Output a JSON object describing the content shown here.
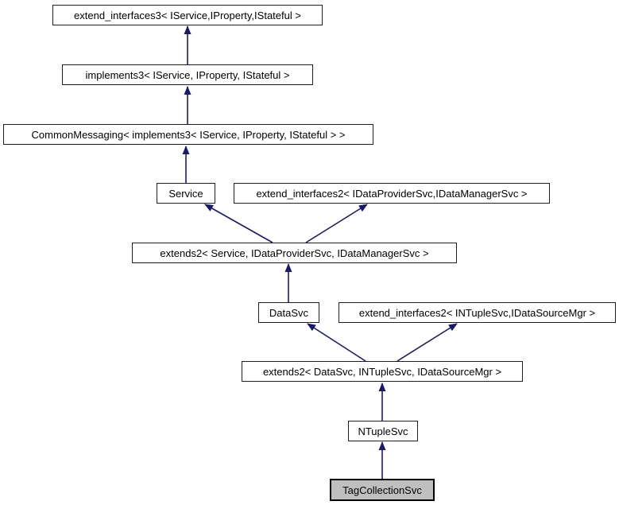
{
  "diagram": {
    "type": "inheritance-graph",
    "highlighted_node": "TagCollectionSvc",
    "colors": {
      "edge": "#191970",
      "node_border": "#1f1f1f",
      "node_fill": "#ffffff",
      "current_node_fill": "#bfbfbf",
      "background": "#ffffff",
      "text": "#000000"
    },
    "nodes": [
      {
        "id": "extend-interfaces3",
        "label": "extend_interfaces3< IService,IProperty,IStateful >"
      },
      {
        "id": "implements3",
        "label": "implements3< IService, IProperty, IStateful >"
      },
      {
        "id": "common-messaging",
        "label": "CommonMessaging< implements3< IService, IProperty, IStateful > >"
      },
      {
        "id": "service",
        "label": "Service"
      },
      {
        "id": "extend-interfaces2-data",
        "label": "extend_interfaces2< IDataProviderSvc,IDataManagerSvc >"
      },
      {
        "id": "extends2-service",
        "label": "extends2< Service, IDataProviderSvc, IDataManagerSvc >"
      },
      {
        "id": "datasvc",
        "label": "DataSvc"
      },
      {
        "id": "extend-interfaces2-ntuple",
        "label": "extend_interfaces2< INTupleSvc,IDataSourceMgr >"
      },
      {
        "id": "extends2-datasvc",
        "label": "extends2< DataSvc, INTupleSvc, IDataSourceMgr >"
      },
      {
        "id": "ntuplesvc",
        "label": "NTupleSvc"
      },
      {
        "id": "tagcollectionsvc",
        "label": "TagCollectionSvc"
      }
    ],
    "edges": [
      {
        "from": "implements3",
        "to": "extend-interfaces3"
      },
      {
        "from": "common-messaging",
        "to": "implements3"
      },
      {
        "from": "service",
        "to": "common-messaging"
      },
      {
        "from": "extends2-service",
        "to": "service"
      },
      {
        "from": "extends2-service",
        "to": "extend-interfaces2-data"
      },
      {
        "from": "datasvc",
        "to": "extends2-service"
      },
      {
        "from": "extends2-datasvc",
        "to": "datasvc"
      },
      {
        "from": "extends2-datasvc",
        "to": "extend-interfaces2-ntuple"
      },
      {
        "from": "ntuplesvc",
        "to": "extends2-datasvc"
      },
      {
        "from": "tagcollectionsvc",
        "to": "ntuplesvc"
      }
    ]
  }
}
